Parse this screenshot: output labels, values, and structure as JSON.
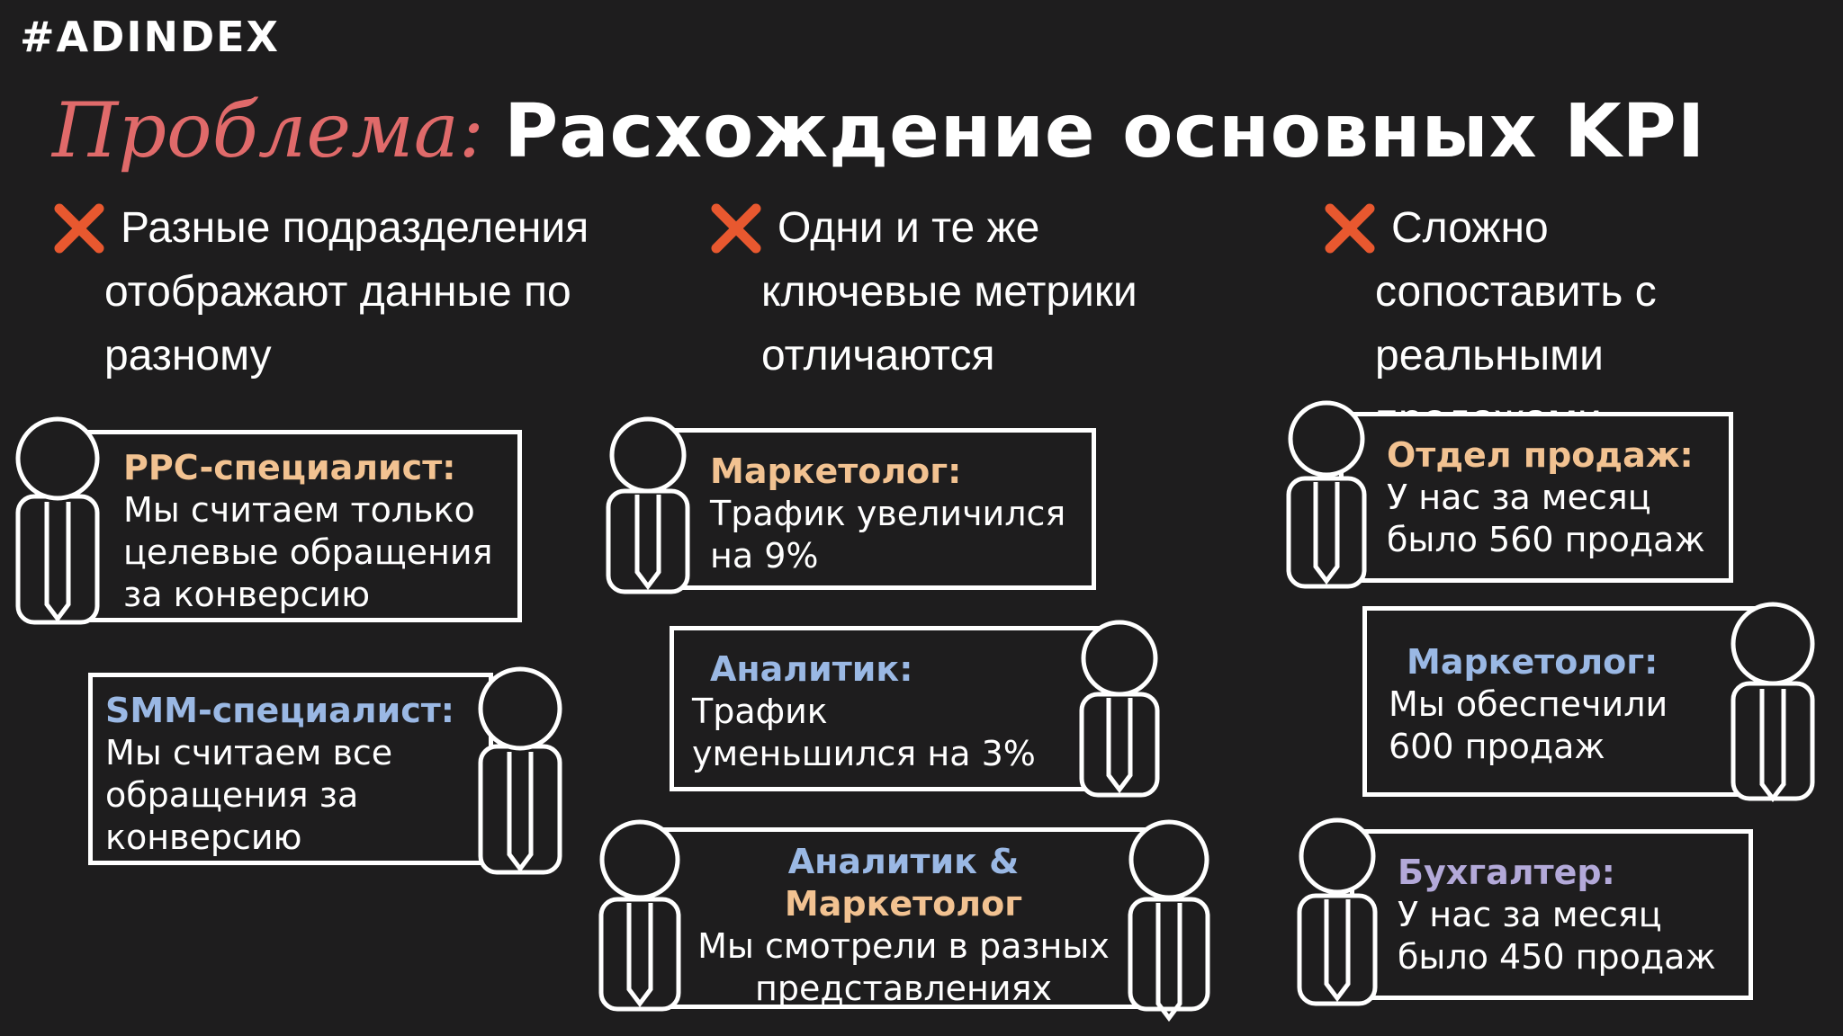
{
  "header": {
    "logo": "#ADINDEX"
  },
  "title": {
    "prefix": "Проблема:",
    "main": "Расхождение основных KPI"
  },
  "colors": {
    "background": "#1e1d1e",
    "title_accent": "#e06a6a",
    "x_icon": "#e8582f",
    "role_orange": "#f2c291",
    "role_blue": "#9ab8e4",
    "role_purple": "#b3a9d9"
  },
  "problems": [
    {
      "icon": "cross-mark-icon",
      "lines": [
        "Разные подразделения",
        "отображают  данные по",
        "разному"
      ]
    },
    {
      "icon": "cross-mark-icon",
      "lines": [
        "Одни и те же",
        "ключевые метрики",
        "отличаются"
      ]
    },
    {
      "icon": "cross-mark-icon",
      "lines": [
        "Сложно",
        "сопоставить с",
        "реальными",
        "продажами"
      ]
    }
  ],
  "bubbles": [
    {
      "role": "PPC-специалист:",
      "quote": [
        "Мы считаем только",
        "целевые обращения",
        "за конверсию"
      ],
      "role_color": "#f2c291",
      "person_icon": "person-tie-icon"
    },
    {
      "role": "SMM-специалист:",
      "quote": [
        "Мы считаем все",
        "обращения за",
        "конверсию"
      ],
      "role_color": "#9ab8e4",
      "person_icon": "person-tie-icon"
    },
    {
      "role": "Маркетолог:",
      "quote": [
        "Трафик увеличился",
        "на 9%"
      ],
      "role_color": "#f2c291",
      "person_icon": "person-tie-icon"
    },
    {
      "role": "Аналитик:",
      "quote": [
        "Трафик",
        "уменьшился на 3%"
      ],
      "role_color": "#9ab8e4",
      "person_icon": "person-tie-icon"
    },
    {
      "role_a": "Аналитик &",
      "role_b": "Маркетолог",
      "quote": [
        "Мы смотрели в разных",
        "представлениях"
      ],
      "role_color_a": "#9ab8e4",
      "role_color_b": "#f2c291",
      "person_icon": "person-tie-icon"
    },
    {
      "role": "Отдел продаж:",
      "quote": [
        "У нас за месяц",
        "было 560 продаж"
      ],
      "role_color": "#f2c291",
      "person_icon": "person-tie-icon"
    },
    {
      "role": "Маркетолог:",
      "quote": [
        "Мы обеспечили",
        "600 продаж"
      ],
      "role_color": "#9ab8e4",
      "person_icon": "person-tie-icon"
    },
    {
      "role": "Бухгалтер:",
      "quote": [
        "У нас за месяц",
        "было 450 продаж"
      ],
      "role_color": "#b3a9d9",
      "person_icon": "person-tie-icon"
    }
  ]
}
